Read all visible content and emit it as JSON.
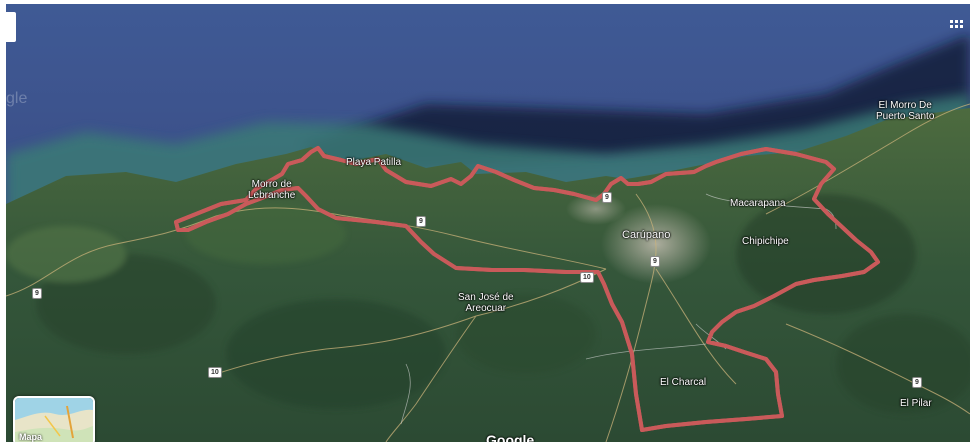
{
  "map": {
    "labels": {
      "morro_de_puerto_santo": "El Morro De\nPuerto Santo",
      "playa_patilla": "Playa Patilla",
      "morro_de_lebranche": "Morro de\nLebranche",
      "macarapana": "Macarapana",
      "carupano": "Carúpano",
      "chipichipe": "Chipichipe",
      "san_jose_de_areocuar": "San José de\nAreocuar",
      "el_charcal": "El Charcal",
      "el_pilar": "El Pilar"
    },
    "route_shields": {
      "r9_west": "9",
      "r9_center": "9",
      "r9_coast": "9",
      "r9_carupano": "9",
      "r9_east": "9",
      "r10_center": "10",
      "r10_south": "10"
    },
    "watermark": "gle"
  },
  "controls": {
    "layer_toggle_label": "Mapa",
    "apps_icon": "grid-apps-icon"
  },
  "branding": {
    "logo_text": "Google"
  },
  "colors": {
    "boundary": "#f4a0a0",
    "sea": "#3d4f86",
    "land": "#33553a"
  }
}
